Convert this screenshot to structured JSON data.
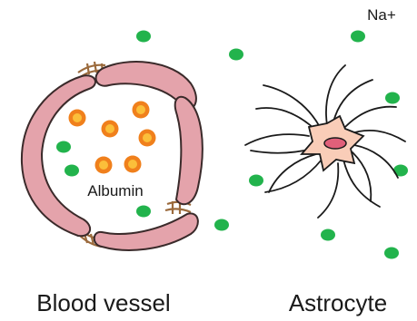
{
  "labels": {
    "ion": "Na+",
    "protein": "Albumin",
    "left_caption": "Blood vessel",
    "right_caption": "Astrocyte"
  },
  "colors": {
    "vessel_wall": "#e4a3ab",
    "vessel_outline": "#3a2a2a",
    "junction": "#9b6a3c",
    "albumin_outer": "#f0801c",
    "albumin_inner": "#fbbf3a",
    "sodium": "#22b34c",
    "astrocyte_body": "#f9cdb8",
    "astrocyte_nucleus": "#e0607a"
  },
  "icons": {
    "sodium_ion": "green-dot",
    "albumin": "orange-ring"
  }
}
